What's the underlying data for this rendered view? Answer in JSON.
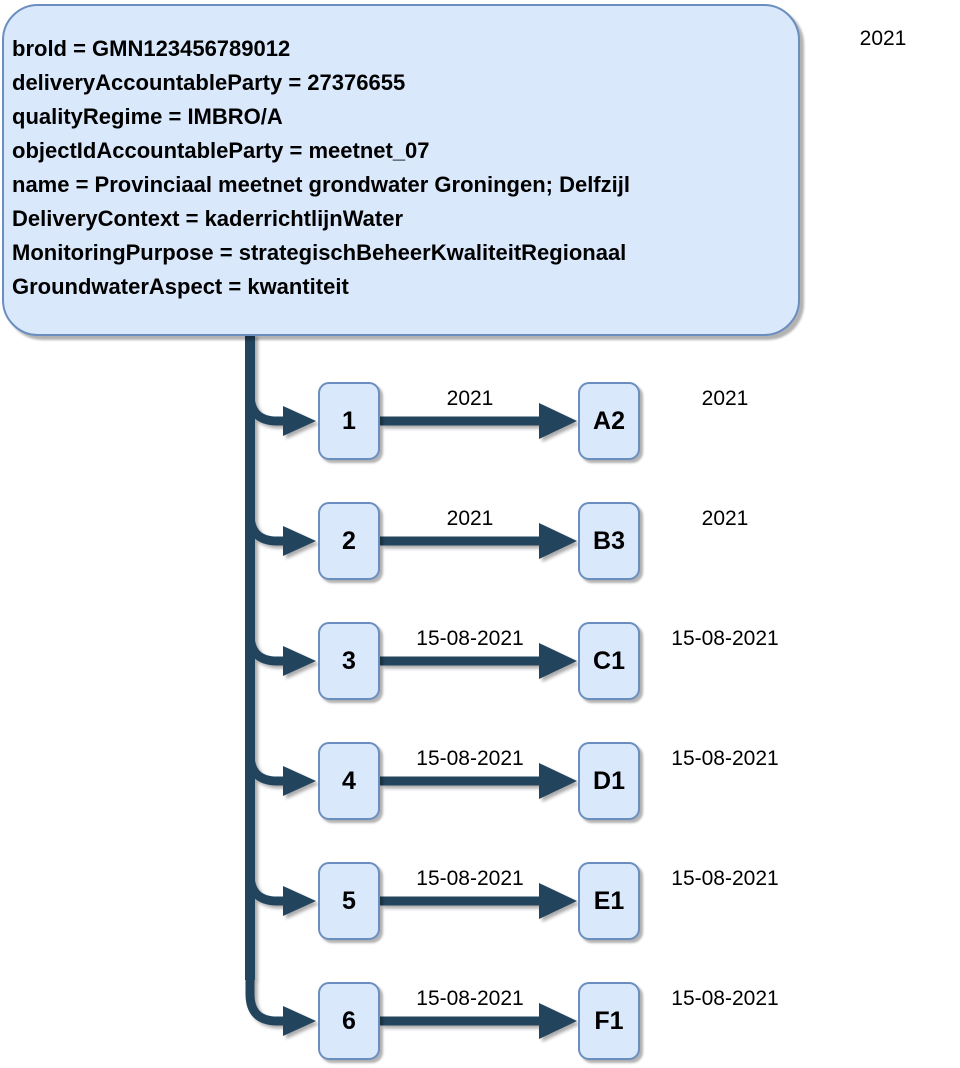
{
  "colors": {
    "node_fill": "#dae8fc",
    "node_border": "#6c8ebf",
    "connector": "#23445d",
    "text": "#000000",
    "background": "#ffffff"
  },
  "top_year_label": "2021",
  "gmn_box": {
    "lines": [
      "brold = GMN123456789012",
      "deliveryAccountableParty = 27376655",
      "qualityRegime = IMBRO/A",
      "objectIdAccountableParty = meetnet_07",
      "name = Provinciaal meetnet grondwater Groningen; Delfzijl",
      "DeliveryContext = kaderrichtlijnWater",
      "MonitoringPurpose = strategischBeheerKwaliteitRegionaal",
      "GroundwaterAspect = kwantiteit"
    ]
  },
  "rows": [
    {
      "tube": "1",
      "point": "A2",
      "edge_date": "2021",
      "event_date": "2021"
    },
    {
      "tube": "2",
      "point": "B3",
      "edge_date": "2021",
      "event_date": "2021"
    },
    {
      "tube": "3",
      "point": "C1",
      "edge_date": "15-08-2021",
      "event_date": "15-08-2021"
    },
    {
      "tube": "4",
      "point": "D1",
      "edge_date": "15-08-2021",
      "event_date": "15-08-2021"
    },
    {
      "tube": "5",
      "point": "E1",
      "edge_date": "15-08-2021",
      "event_date": "15-08-2021"
    },
    {
      "tube": "6",
      "point": "F1",
      "edge_date": "15-08-2021",
      "event_date": "15-08-2021"
    }
  ]
}
